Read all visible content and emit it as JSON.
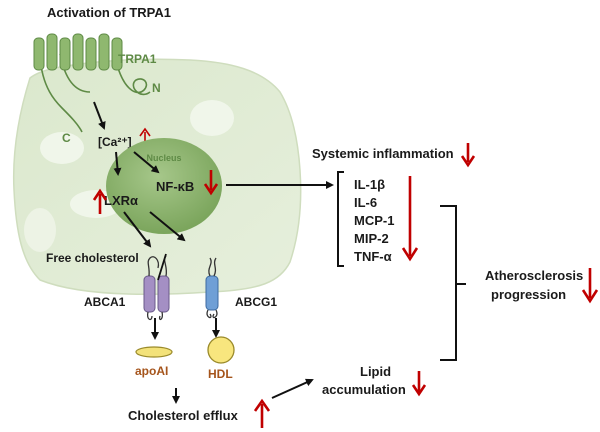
{
  "title": "Activation of TRPA1",
  "labels": {
    "trpa1": "TRPA1",
    "n_term": "N",
    "c_term": "C",
    "calcium": "[Ca²⁺]",
    "nucleus": "Nucleus",
    "nfkb": "NF-κB",
    "lxra": "LXRα",
    "free_cholesterol": "Free cholesterol",
    "abca1": "ABCA1",
    "abcg1": "ABCG1",
    "apoai": "apoAI",
    "hdl": "HDL",
    "cholesterol_efflux": "Cholesterol efflux",
    "systemic_inflammation": "Systemic inflammation",
    "lipid_line1": "Lipid",
    "lipid_line2": "accumulation",
    "athero_line1": "Atherosclerosis",
    "athero_line2": "progression"
  },
  "cytokines": [
    "IL-1β",
    "IL-6",
    "MCP-1",
    "MIP-2",
    "TNF-α"
  ],
  "colors": {
    "cell": "#e3eed7",
    "nucleus": "#8cb36e",
    "membrane_protein": "#7aa35c",
    "down_arrow": "#c00000",
    "up_arrow": "#c00000",
    "abca1": "#a48fc4",
    "abcg1": "#6f9fd6",
    "apoai": "#f3e27a",
    "hdl": "#f8e67e"
  },
  "icons": {
    "ca_change": "small-up-arrow",
    "lxra_change": "up-arrow",
    "nfkb_change": "down-arrow",
    "cytokine_change": "down-arrow",
    "systemic_change": "down-arrow",
    "athero_change": "down-arrow",
    "lipid_change": "down-arrow",
    "efflux_change": "up-arrow"
  }
}
